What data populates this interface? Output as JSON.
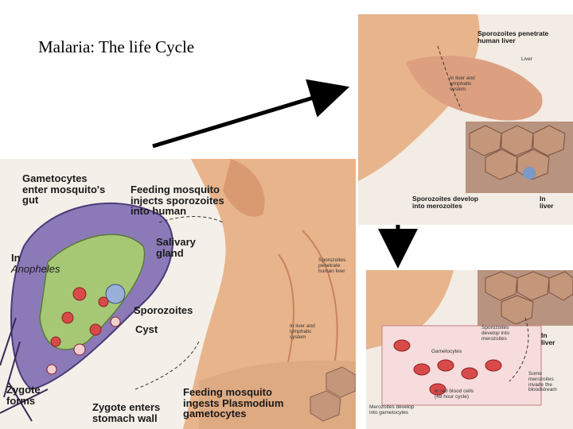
{
  "title": "Malaria: The life Cycle",
  "main": {
    "gametocytes_enter_gut": "Gametocytes\nenter mosquito's\ngut",
    "feeding_injects": "Feeding mosquito\ninjects sporozoites\ninto human",
    "salivary_gland": "Salivary\ngland",
    "in_anopheles": "In",
    "anopheles": "Anopheles",
    "sporozoites": "Sporozoites",
    "cyst": "Cyst",
    "zygote_forms": "Zygote\nforms",
    "zygote_enters": "Zygote enters\nstomach wall",
    "feeding_ingests": "Feeding mosquito\ningests Plasmodium\ngametocytes",
    "sporozoites_penetrate_small": "Sporozoites\npenetrate\nhuman liver",
    "in_liver_lymph_small": "In liver and\nlymphatic\nsystem"
  },
  "top_right": {
    "sporozoites_penetrate": "Sporozoites penetrate\nhuman liver",
    "liver": "Liver",
    "in_liver_lymph": "In liver and\nlymphatic\nsystem",
    "develop_merozoites": "Sporozoites develop\ninto merozoites",
    "in_liver": "In\nliver"
  },
  "bottom_right": {
    "sporozoites_develop_small": "Sporozoites\ndevelop into\nmerozoites",
    "in_liver": "In\nliver",
    "gametocytes": "Gametocytes",
    "some_merozoites": "Some\nmerozoites\ninvade the\nbloodstream",
    "merozoites_develop": "Merozoites develop\ninto gametocytes",
    "in_rbc": "In red blood cells\n(48 hour cycle)"
  }
}
